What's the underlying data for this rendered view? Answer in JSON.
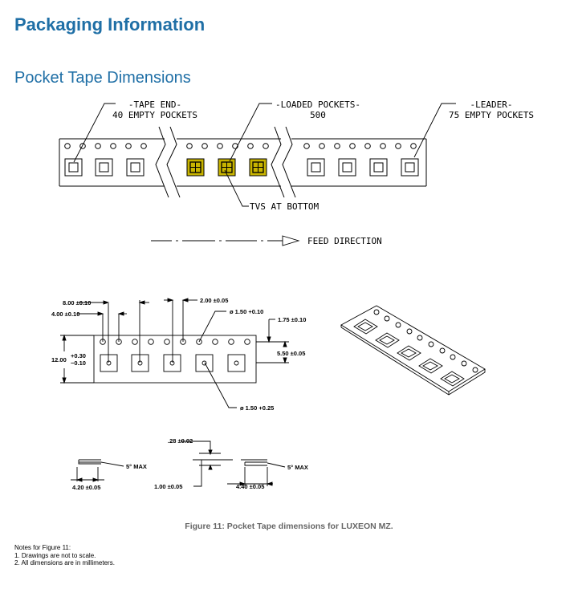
{
  "heading": "Packaging Information",
  "subheading": "Pocket Tape Dimensions",
  "tape_diagram": {
    "tape_end_title": "-TAPE END-",
    "tape_end_count": "40 EMPTY POCKETS",
    "loaded_title": "-LOADED POCKETS-",
    "loaded_count": "500",
    "leader_title": "-LEADER-",
    "leader_count": "75 EMPTY POCKETS",
    "tvs_label": "TVS AT BOTTOM",
    "feed_label": "FEED DIRECTION",
    "loaded_color": "#c8b400"
  },
  "dimensions": {
    "pitch": "8.00 ±0.10",
    "sprocket_pitch": "4.00 ±0.10",
    "hole_pitch": "2.00 ±0.05",
    "hole_dia": "ø 1.50 +0.10",
    "edge_offset": "1.75 ±0.10",
    "width": "12.00",
    "width_tol_plus": "+0.30",
    "width_tol_minus": "−0.10",
    "center_offset": "5.50 ±0.05",
    "pocket_hole": "ø 1.50 +0.25",
    "thickness": ".28 ±0.02",
    "angle1": "5° MAX",
    "angle2": "5° MAX",
    "pocket_depth": "4.20 ±0.05",
    "cover_offset": "1.00 ±0.05",
    "pocket_len": "4.40 ±0.05"
  },
  "caption": "Figure 11: Pocket Tape dimensions for LUXEON MZ.",
  "notes": {
    "title": "Notes for Figure 11:",
    "items": [
      "1.  Drawings are not to scale.",
      "2.  All dimensions are in millimeters."
    ]
  }
}
